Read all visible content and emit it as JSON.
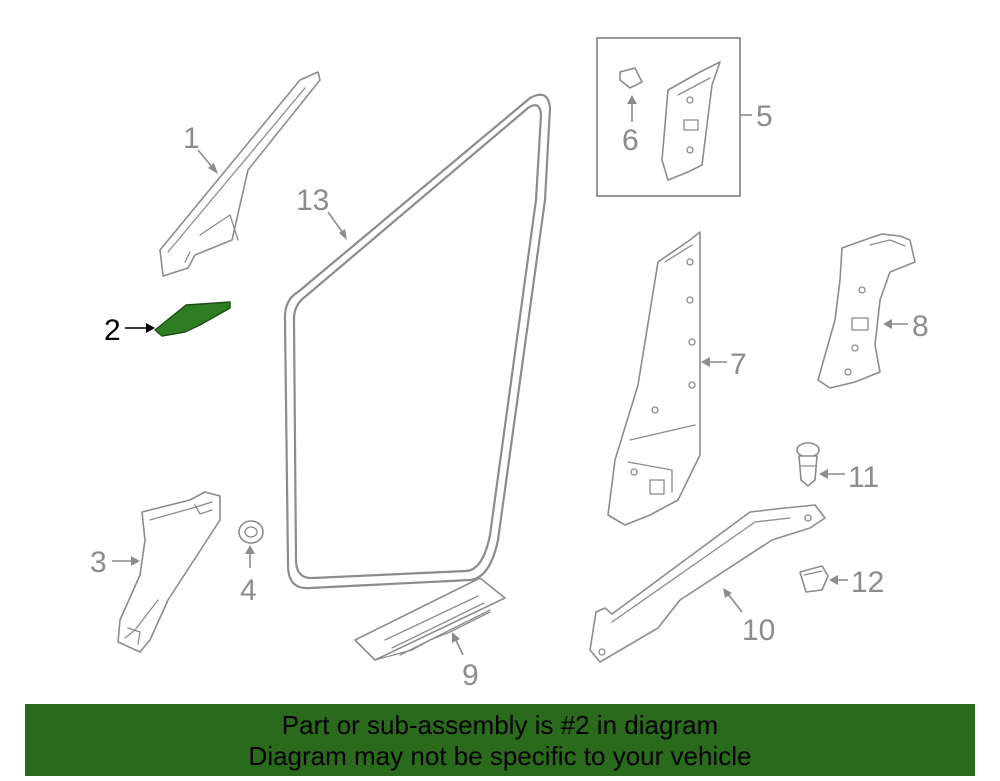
{
  "diagram": {
    "callouts": [
      "1",
      "2",
      "3",
      "4",
      "5",
      "6",
      "7",
      "8",
      "9",
      "10",
      "11",
      "12",
      "13"
    ],
    "highlighted_callout": "2",
    "highlight_color": "#2e7d22",
    "line_color": "#8c8c8c"
  },
  "banner": {
    "line1": "Part or sub-assembly is #2 in diagram",
    "line2": "Diagram may not be specific to your vehicle",
    "background": "#2a6a1c"
  }
}
